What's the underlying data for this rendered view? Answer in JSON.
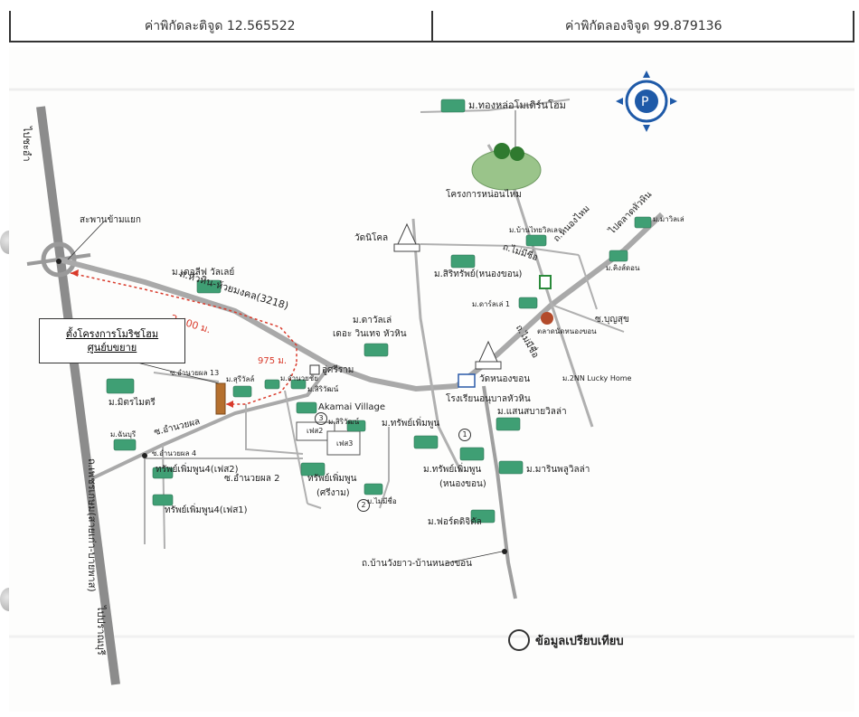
{
  "header": {
    "latitude_label": "ค่าพิกัดละติจูด 12.565522",
    "longitude_label": "ค่าพิกัดลองจิจูด 99.879136"
  },
  "map": {
    "highway": {
      "north_direction": "ไปชะอำ",
      "south_direction": "ไปปราณบุรี",
      "name": "ถ.เพชรเกษม(สายเก่า-บายพาส)"
    },
    "roads": [
      {
        "id": "r-huaymongkol",
        "text": "ถ.หัวหิน-ห้วยมงคล(3218)"
      },
      {
        "id": "r-nongyon",
        "text": "ถ.หนองไหม"
      },
      {
        "id": "r-sammee",
        "text": "ถ.ไม่มีชื่อ"
      },
      {
        "id": "r-bolt",
        "text": "ถ.ไม่มีชื่อ"
      },
      {
        "id": "r-bunsuk",
        "text": "ซ.บุญสุข"
      },
      {
        "id": "r-soi13",
        "text": "ซ.อำนวยผล 13"
      },
      {
        "id": "r-soi-amnuay",
        "text": "ซ.อำนวยผล"
      },
      {
        "id": "r-soi4",
        "text": "ซ.อำนวยผล 4"
      },
      {
        "id": "r-soi2",
        "text": "ซ.อำนวยผล 2"
      },
      {
        "id": "r-wangyao",
        "text": "ถ.บ้านวังยาว-บ้านหนองขอน"
      },
      {
        "id": "r-to-market",
        "text": "ไปตลาดหัวหิน"
      }
    ],
    "distances": [
      {
        "id": "d-2400",
        "text": "2,400 ม."
      },
      {
        "id": "d-975",
        "text": "975 ม."
      }
    ],
    "places": [
      {
        "id": "p-thonglor",
        "text": "ม.ทองหล่อโมเดิร์นโฮม"
      },
      {
        "id": "p-nongyon-project",
        "text": "โครงการหน่อนไหม"
      },
      {
        "id": "p-bridge",
        "text": "สะพานข้ามแยก"
      },
      {
        "id": "p-wat-nikhon",
        "text": "วัดนิโคล"
      },
      {
        "id": "p-ban-thai",
        "text": "ม.บ้านไทยวิลเลจ"
      },
      {
        "id": "p-maravale",
        "text": "ม.มาวิลเล่"
      },
      {
        "id": "p-sirisub",
        "text": "ม.สิริทรัพย์(หนองขอน)"
      },
      {
        "id": "p-kingdom",
        "text": "ม.คิงส์ดอน"
      },
      {
        "id": "p-daralay",
        "text": "ม.ดาร์ลเล่ 1"
      },
      {
        "id": "p-market",
        "text": "ตลาดนัดหนองขอน"
      },
      {
        "id": "p-leaf",
        "text": "ม.เดอลีฟ วัลเลย์"
      },
      {
        "id": "p-davelle",
        "text": "ม.ดาวัลเล่"
      },
      {
        "id": "p-the-wintage",
        "text": "เดอะ วินเทจ หัวหิน"
      },
      {
        "id": "p-wat-nongkhon",
        "text": "วัดหนองขอน"
      },
      {
        "id": "p-2nn",
        "text": "ม.2NN Lucky Home"
      },
      {
        "id": "p-school",
        "text": "โรงเรียนอนุบาลหัวหิน"
      },
      {
        "id": "p-srirama",
        "text": "อู่ศรีราม"
      },
      {
        "id": "p-suravadee",
        "text": "ม.สุรีวัลล์"
      },
      {
        "id": "p-amnuaychai",
        "text": "ม.อำนวยชัย"
      },
      {
        "id": "p-siriwat",
        "text": "ม.สิริวัฒน์"
      },
      {
        "id": "p-akamai",
        "text": "Akamai Village"
      },
      {
        "id": "p-siriwat2",
        "text": "ม.สิริวัฒน์"
      },
      {
        "id": "p-mitrmaitree",
        "text": "ม.มิตรไมตรี"
      },
      {
        "id": "p-chanbiri",
        "text": "ม.ฉันบุรี"
      },
      {
        "id": "p-subperm-main",
        "text": "ม.ทรัพย์เพิ่มพูน"
      },
      {
        "id": "p-sanvarnwilla",
        "text": "ม.แสนสบายวิลล่า"
      },
      {
        "id": "p-subperm4-2",
        "text": "ทรัพย์เพิ่มพูน4(เฟส2)"
      },
      {
        "id": "p-subperm4-1",
        "text": "ทรัพย์เพิ่มพูน4(เฟส1)"
      },
      {
        "id": "p-subperm-srirama",
        "text": "ทรัพย์เพิ่มพูน"
      },
      {
        "id": "p-srirama-paren",
        "text": "(ศรีงาม)"
      },
      {
        "id": "p-subperm-nk",
        "text": "ม.ทรัพย์เพิ่มพูน"
      },
      {
        "id": "p-nongkhon-paren",
        "text": "(หนองขอน)"
      },
      {
        "id": "p-maruvilla",
        "text": "ม.มารินพลูวิลล่า"
      },
      {
        "id": "p-mamichoue",
        "text": "ม.ไม่มีชื่อ"
      },
      {
        "id": "p-fordtrading",
        "text": "ม.ฟอร์ดดิจิตัล"
      },
      {
        "id": "p-phase2",
        "text": "เฟส2"
      },
      {
        "id": "p-phase3",
        "text": "เฟส3"
      }
    ],
    "markers": [
      {
        "id": "m1",
        "text": "1"
      },
      {
        "id": "m2",
        "text": "2"
      },
      {
        "id": "m3",
        "text": "3"
      }
    ],
    "project_box": {
      "line1": "ตั้งโครงการโมริชโฮม",
      "line2": "ศูนย์บขยาย"
    }
  },
  "legend": {
    "label": "ข้อมูลเปรียบเทียบ"
  },
  "colors": {
    "road": "#a9a9a9",
    "highway": "#8c8c8c",
    "route": "#d93a2b",
    "subject_lot": "#b5702e",
    "house_icon": "#3f9f74",
    "compass": "#1f5aa8"
  }
}
